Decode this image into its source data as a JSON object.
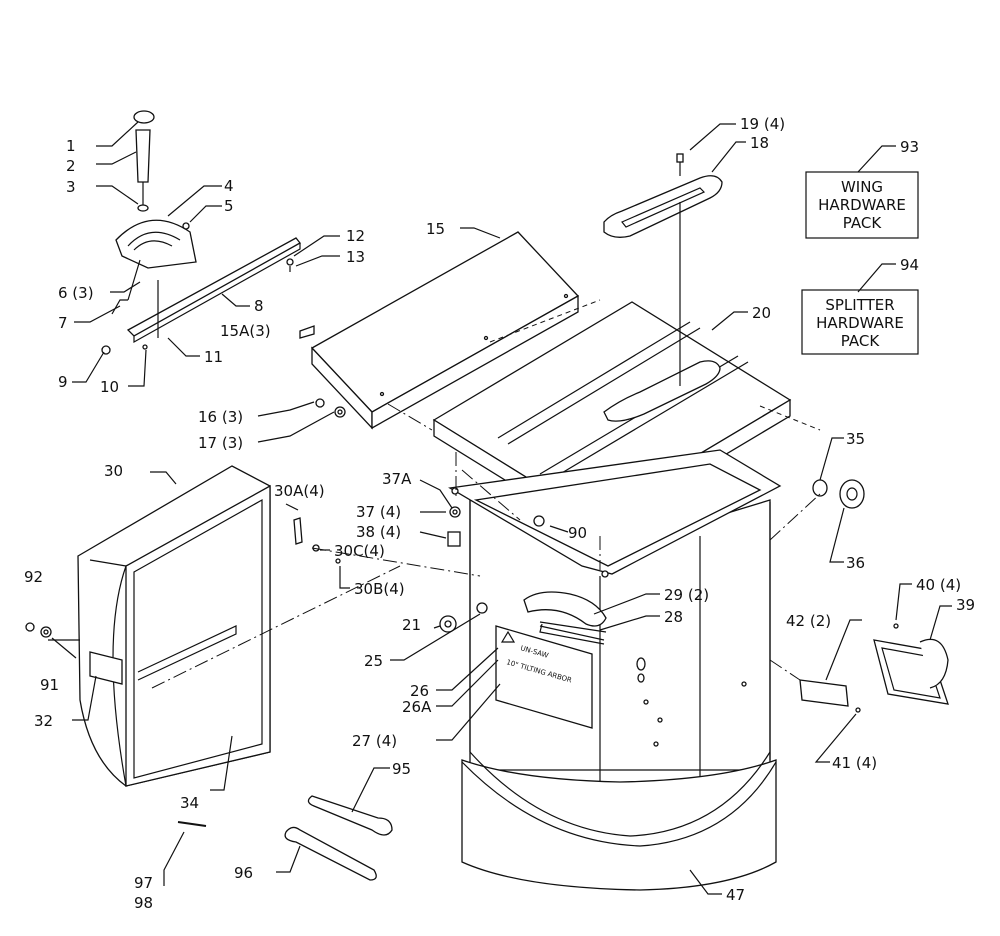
{
  "callouts": [
    {
      "id": "c1",
      "text": "1"
    },
    {
      "id": "c2",
      "text": "2"
    },
    {
      "id": "c3",
      "text": "3"
    },
    {
      "id": "c4",
      "text": "4"
    },
    {
      "id": "c5",
      "text": "5"
    },
    {
      "id": "c6",
      "text": "6 (3)"
    },
    {
      "id": "c7",
      "text": "7"
    },
    {
      "id": "c8",
      "text": "8"
    },
    {
      "id": "c9",
      "text": "9"
    },
    {
      "id": "c10",
      "text": "10"
    },
    {
      "id": "c11",
      "text": "11"
    },
    {
      "id": "c12",
      "text": "12"
    },
    {
      "id": "c13",
      "text": "13"
    },
    {
      "id": "c15",
      "text": "15"
    },
    {
      "id": "c15A",
      "text": "15A(3)"
    },
    {
      "id": "c16",
      "text": "16 (3)"
    },
    {
      "id": "c17",
      "text": "17 (3)"
    },
    {
      "id": "c18",
      "text": "18"
    },
    {
      "id": "c19",
      "text": "19 (4)"
    },
    {
      "id": "c20",
      "text": "20"
    },
    {
      "id": "c21",
      "text": "21"
    },
    {
      "id": "c25",
      "text": "25"
    },
    {
      "id": "c26",
      "text": "26"
    },
    {
      "id": "c26A",
      "text": "26A"
    },
    {
      "id": "c27",
      "text": "27 (4)"
    },
    {
      "id": "c28",
      "text": "28"
    },
    {
      "id": "c29",
      "text": "29 (2)"
    },
    {
      "id": "c30",
      "text": "30"
    },
    {
      "id": "c30A",
      "text": "30A(4)"
    },
    {
      "id": "c30B",
      "text": "30B(4)"
    },
    {
      "id": "c30C",
      "text": "30C(4)"
    },
    {
      "id": "c32",
      "text": "32"
    },
    {
      "id": "c34",
      "text": "34"
    },
    {
      "id": "c35",
      "text": "35"
    },
    {
      "id": "c36",
      "text": "36"
    },
    {
      "id": "c37",
      "text": "37 (4)"
    },
    {
      "id": "c37A",
      "text": "37A"
    },
    {
      "id": "c38",
      "text": "38 (4)"
    },
    {
      "id": "c39",
      "text": "39"
    },
    {
      "id": "c40",
      "text": "40 (4)"
    },
    {
      "id": "c41",
      "text": "41 (4)"
    },
    {
      "id": "c42",
      "text": "42 (2)"
    },
    {
      "id": "c47",
      "text": "47"
    },
    {
      "id": "c90",
      "text": "90"
    },
    {
      "id": "c91",
      "text": "91"
    },
    {
      "id": "c92",
      "text": "92"
    },
    {
      "id": "c93",
      "text": "93"
    },
    {
      "id": "c94",
      "text": "94"
    },
    {
      "id": "c95",
      "text": "95"
    },
    {
      "id": "c96",
      "text": "96"
    },
    {
      "id": "c97",
      "text": "97"
    },
    {
      "id": "c98",
      "text": "98"
    }
  ],
  "packs": {
    "wing": [
      "WING",
      "HARDWARE",
      "PACK"
    ],
    "splitter": [
      "SPLITTER",
      "HARDWARE",
      "PACK"
    ]
  },
  "warning_plate": {
    "line1": "UN-SAW",
    "line2": "10\" TILTING ARBOR"
  }
}
